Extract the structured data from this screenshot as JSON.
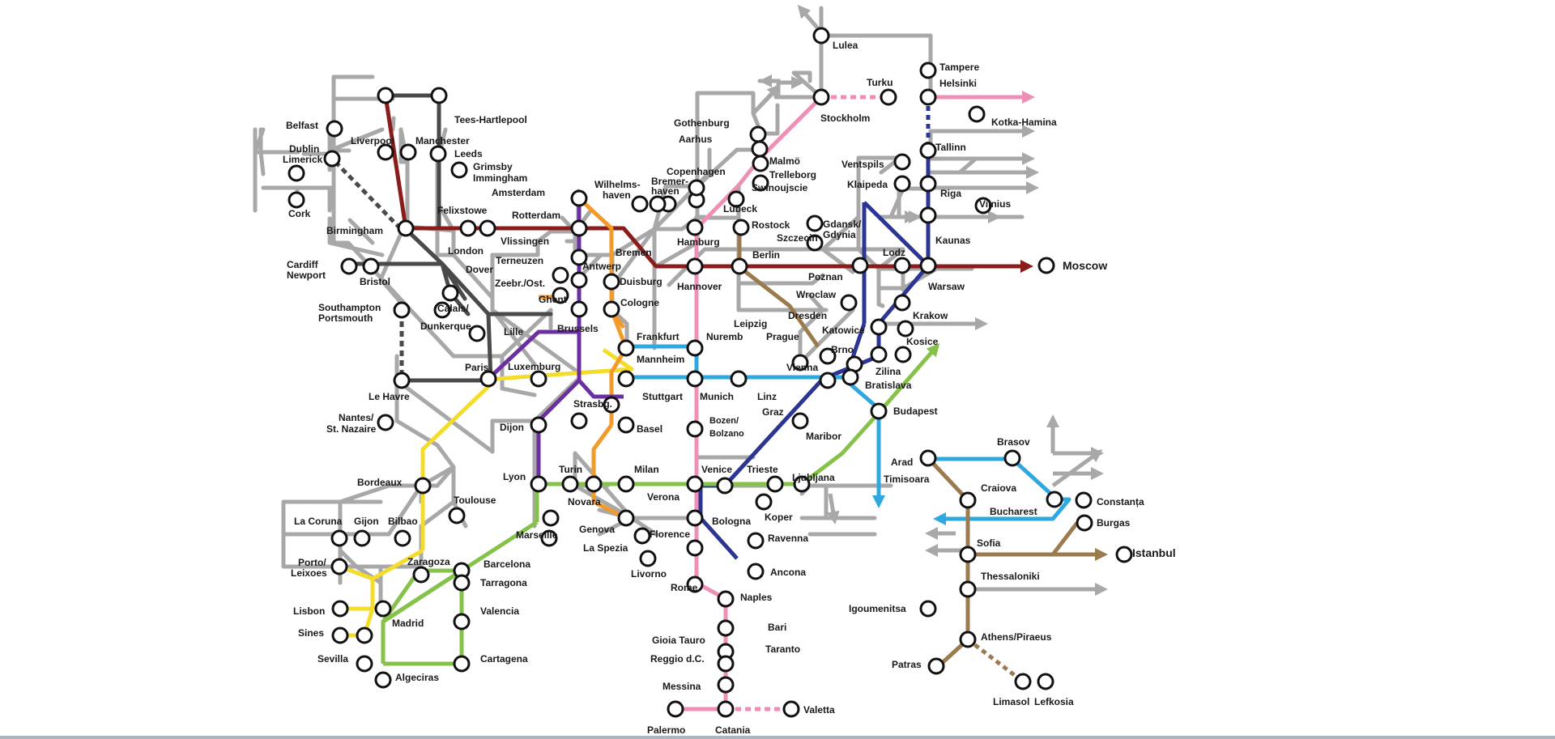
{
  "colors": {
    "grey": "#a8a8a8",
    "dark": "#4a4a4a",
    "darkred": "#8b1c1c",
    "pink": "#ee8fb5",
    "navy": "#2c3592",
    "blue": "#2fa8e0",
    "green": "#86c24a",
    "yellow": "#f4dc2a",
    "orange": "#f29a2a",
    "purple": "#6b2fa0",
    "brown": "#9b7a4e"
  },
  "icons": {
    "station": "station-circle-icon",
    "arrow": "arrow-head-icon"
  },
  "labels": {
    "teesHartlepool": "Tees-Hartlepool",
    "belfast": "Belfast",
    "dublin": "Dublin",
    "limerick": "Limerick",
    "cork": "Cork",
    "liverpool": "Liverpool",
    "manchester": "Manchester",
    "leeds": "Leeds",
    "grimsby1": "Grimsby",
    "grimsby2": "Immingham",
    "felixstowe": "Felixstowe",
    "birmingham": "Birmingham",
    "london": "London",
    "cardiff1": "Cardiff",
    "cardiff2": "Newport",
    "bristol": "Bristol",
    "dover": "Dover",
    "southampton1": "Southampton",
    "southampton2": "Portsmouth",
    "calais1": "Calais/",
    "calais2": "Dunkerque",
    "lille": "Lille",
    "leHavre": "Le Havre",
    "paris": "Paris",
    "amsterdam": "Amsterdam",
    "rotterdam": "Rotterdam",
    "vlissingen": "Vlissingen",
    "terneuzen": "Terneuzen",
    "zeebr": "Zeebr./Ost.",
    "antwerp": "Antwerp",
    "ghent": "Ghent",
    "brussels": "Brussels",
    "luxemburg": "Luxemburg",
    "wilhelms1": "Wilhelms-",
    "wilhelms2": "haven",
    "bremerhaven1": "Bremer-",
    "bremerhaven2": "haven",
    "bremen": "Bremen",
    "duisburg": "Duisburg",
    "cologne": "Cologne",
    "gothenburg": "Gothenburg",
    "aarhus": "Aarhus",
    "copenhagen": "Copenhagen",
    "hamburg": "Hamburg",
    "hannover": "Hannover",
    "lubeck": "Lubeck",
    "rostock": "Rostock",
    "berlin": "Berlin",
    "malmo": "Malmö",
    "trelleborg": "Trelleborg",
    "swinoujscie": "Swinoujscie",
    "szczecin": "Szczecin",
    "lulea": "Lulea",
    "stockholm": "Stockholm",
    "turku": "Turku",
    "tampere": "Tampere",
    "helsinki": "Helsinki",
    "kotka": "Kotka-Hamina",
    "tallinn": "Tallinn",
    "ventspils": "Ventspils",
    "klaipeda": "Klaipeda",
    "riga": "Riga",
    "vilnius": "Vilnius",
    "kaunas": "Kaunas",
    "gdansk1": "Gdansk/",
    "gdansk2": "Gdynia",
    "poznan": "Poznan",
    "lodz": "Lodz",
    "warsaw": "Warsaw",
    "moscow": "Moscow",
    "wroclaw": "Wroclaw",
    "dresden": "Dresden",
    "leipzig": "Leipzig",
    "katowice": "Katowice",
    "krakow": "Krakow",
    "frankfurt": "Frankfurt",
    "nuremberg": "Nuremb",
    "prague": "Prague",
    "brno": "Brno",
    "kosice": "Kosice",
    "zilina": "Zilina",
    "mannheim": "Mannheim",
    "stuttgart": "Stuttgart",
    "munich": "Munich",
    "linz": "Linz",
    "vienna": "Vienna",
    "bratislava": "Bratislava",
    "strasbg": "Strasbg.",
    "basel": "Basel",
    "bozen1": "Bozen/",
    "bozen2": "Bolzano",
    "graz": "Graz",
    "budapest": "Budapest",
    "maribor": "Maribor",
    "nantes1": "Nantes/",
    "nantes2": "St. Nazaire",
    "dijon": "Dijon",
    "lyon": "Lyon",
    "turin": "Turin",
    "novara": "Novara",
    "milan": "Milan",
    "genova": "Genova",
    "laSpezia": "La Spezia",
    "verona": "Verona",
    "venice": "Venice",
    "trieste": "Trieste",
    "ljubljana": "Ljubljana",
    "koper": "Koper",
    "bologna": "Bologna",
    "florence": "Florence",
    "livorno": "Livorno",
    "ravenna": "Ravenna",
    "ancona": "Ancona",
    "rome": "Rome",
    "naples": "Naples",
    "bari": "Bari",
    "taranto": "Taranto",
    "gioiaTauro": "Gioia Tauro",
    "reggio": "Reggio d.C.",
    "messina": "Messina",
    "palermo": "Palermo",
    "catania": "Catania",
    "valetta": "Valetta",
    "bordeaux": "Bordeaux",
    "toulouse": "Toulouse",
    "marseille": "Marseille",
    "laCoruna": "La Coruna",
    "gijon": "Gijon",
    "bilbao": "Bilbao",
    "porto1": "Porto/",
    "porto2": "Leixoes",
    "zaragoza": "Zaragoza",
    "barcelona": "Barcelona",
    "tarragona": "Tarragona",
    "lisbon": "Lisbon",
    "sines": "Sines",
    "madrid": "Madrid",
    "valencia": "Valencia",
    "sevilla": "Sevilla",
    "algeciras": "Algeciras",
    "cartagena": "Cartagena",
    "arad": "Arad",
    "timisoara": "Timisoara",
    "brasov": "Brasov",
    "craiova": "Craiova",
    "bucharest": "Bucharest",
    "constanta": "Constanța",
    "burgas": "Burgas",
    "sofia": "Sofia",
    "istanbul": "Istanbul",
    "thessaloniki": "Thessaloniki",
    "igoumenitsa": "Igoumenitsa",
    "athens": "Athens/Piraeus",
    "patras": "Patras",
    "limasol": "Limasol",
    "lefkosia": "Lefkosia"
  }
}
